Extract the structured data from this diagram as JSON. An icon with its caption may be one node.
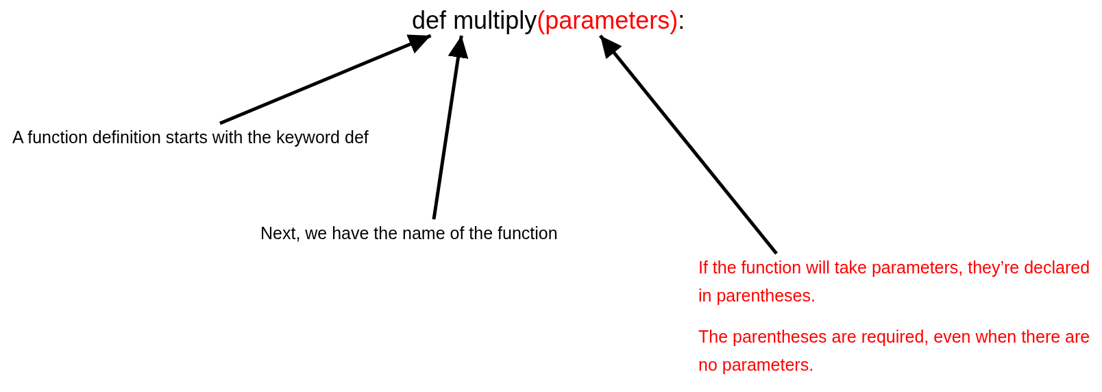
{
  "diagram": {
    "nodes": [
      {
        "text": [
          "def"
        ]
      },
      {
        "text": [
          "multiply"
        ]
      },
      {
        "text": [
          "(parameters)"
        ]
      },
      {
        "text": [
          "A function definition starts with the keyword def"
        ]
      },
      {
        "text": [
          "Next, we have the name of the function"
        ]
      },
      {
        "text": [
          "If the function will take parameters, they’re declared in parentheses.",
          "The parentheses are required, even when there are no parameters."
        ]
      }
    ],
    "edges": [
      {
        "from": 3,
        "to": 0,
        "arrow": "to"
      },
      {
        "from": 4,
        "to": 1,
        "arrow": "to"
      },
      {
        "from": 5,
        "to": 2,
        "arrow": "to"
      }
    ],
    "labels": [
      ":"
    ]
  }
}
